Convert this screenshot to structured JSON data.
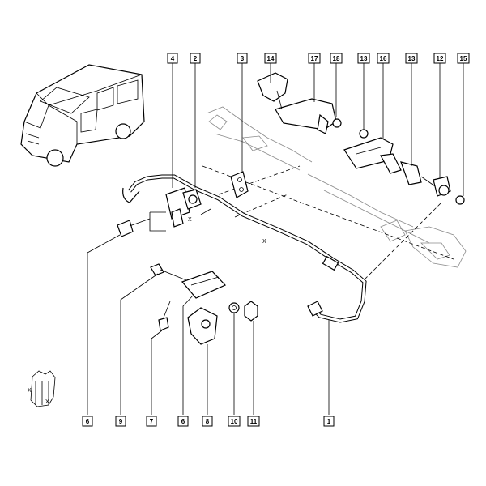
{
  "diagram": {
    "callouts": {
      "c4": "4",
      "c2": "2",
      "c3": "3",
      "c14": "14",
      "c17": "17",
      "c18a": "18",
      "c13a": "13",
      "c16": "16",
      "c13b": "13",
      "c12": "12",
      "c15": "15",
      "c6a": "6",
      "c9": "9",
      "c7": "7",
      "c6b": "6",
      "c8": "8",
      "c10": "10",
      "c11": "11",
      "c1": "1"
    },
    "marks": {
      "x1": "X",
      "x2": "X",
      "x3": "X",
      "x4": "X"
    }
  }
}
